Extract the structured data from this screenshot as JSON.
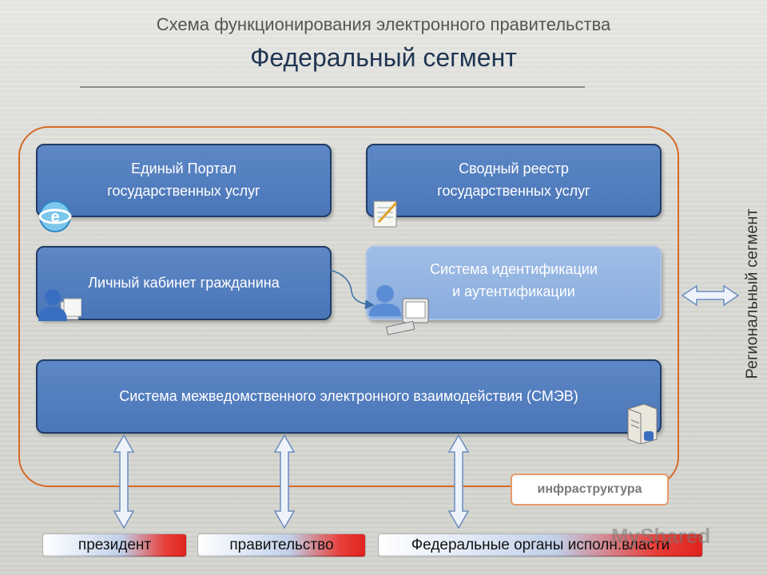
{
  "header": {
    "subtitle": "Схема функционирования электронного правительства",
    "title": "Федеральный сегмент"
  },
  "boxes": {
    "portal": "Единый Портал\nгосударственных услуг",
    "registry": "Сводный реестр\nгосударственных услуг",
    "cabinet": "Личный кабинет гражданина",
    "identification": "Система идентификации\nи аутентификации",
    "smev": "Система межведомственного электронного взаимодействия (СМЭВ)"
  },
  "infrastructure_label": "инфраструктура",
  "regional_label": "Региональный сегмент",
  "bottom": {
    "president": "президент",
    "government": "правительство",
    "federal_bodies": "Федеральные органы исполн.власти"
  },
  "watermark": "MyShared",
  "icons": {
    "portal": "ie-globe-icon",
    "registry": "notepad-icon",
    "cabinet": "user-documents-icon",
    "identification": "user-computer-icon",
    "smev": "server-icon"
  },
  "colors": {
    "box_fill": "#4a76b8",
    "box_border": "#1f3c66",
    "frame": "#d46a25",
    "title": "#1f3552"
  }
}
